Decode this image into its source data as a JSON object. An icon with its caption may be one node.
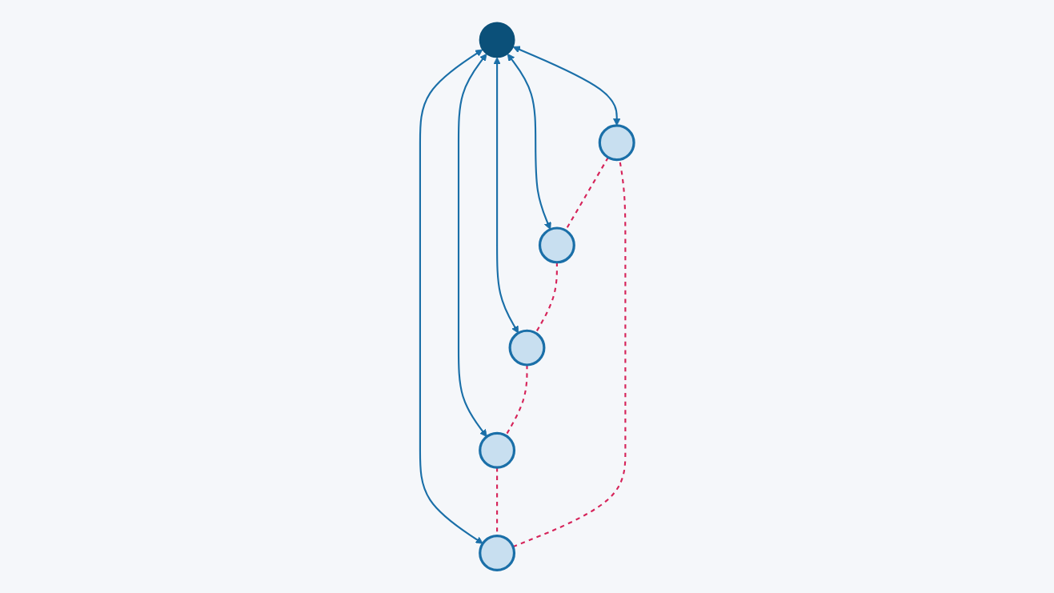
{
  "diagram": {
    "nodes": [
      {
        "text": [],
        "shape": "circle"
      },
      {
        "text": [],
        "shape": "circle"
      },
      {
        "text": [],
        "shape": "circle"
      },
      {
        "text": [],
        "shape": "circle"
      },
      {
        "text": [],
        "shape": "circle"
      },
      {
        "text": [],
        "shape": "circle"
      }
    ],
    "edges": [
      {
        "from": 3,
        "to": 0,
        "arrow": "both"
      },
      {
        "from": 3,
        "to": 1,
        "arrow": "both"
      },
      {
        "from": 3,
        "to": 2,
        "arrow": "both"
      },
      {
        "from": 3,
        "to": 4,
        "arrow": "both"
      },
      {
        "from": 3,
        "to": 5,
        "arrow": "both"
      },
      {
        "from": 0,
        "to": 2,
        "arrow": "none",
        "style": "dashed",
        "color": "#d6245a"
      },
      {
        "from": 2,
        "to": 5,
        "arrow": "none",
        "style": "dashed",
        "color": "#d6245a"
      },
      {
        "from": 5,
        "to": 4,
        "arrow": "none",
        "style": "dashed",
        "color": "#d6245a"
      },
      {
        "from": 4,
        "to": 1,
        "arrow": "none",
        "style": "dashed",
        "color": "#d6245a"
      },
      {
        "from": 1,
        "to": 0,
        "arrow": "none",
        "style": "dashed",
        "color": "#d6245a"
      }
    ]
  }
}
